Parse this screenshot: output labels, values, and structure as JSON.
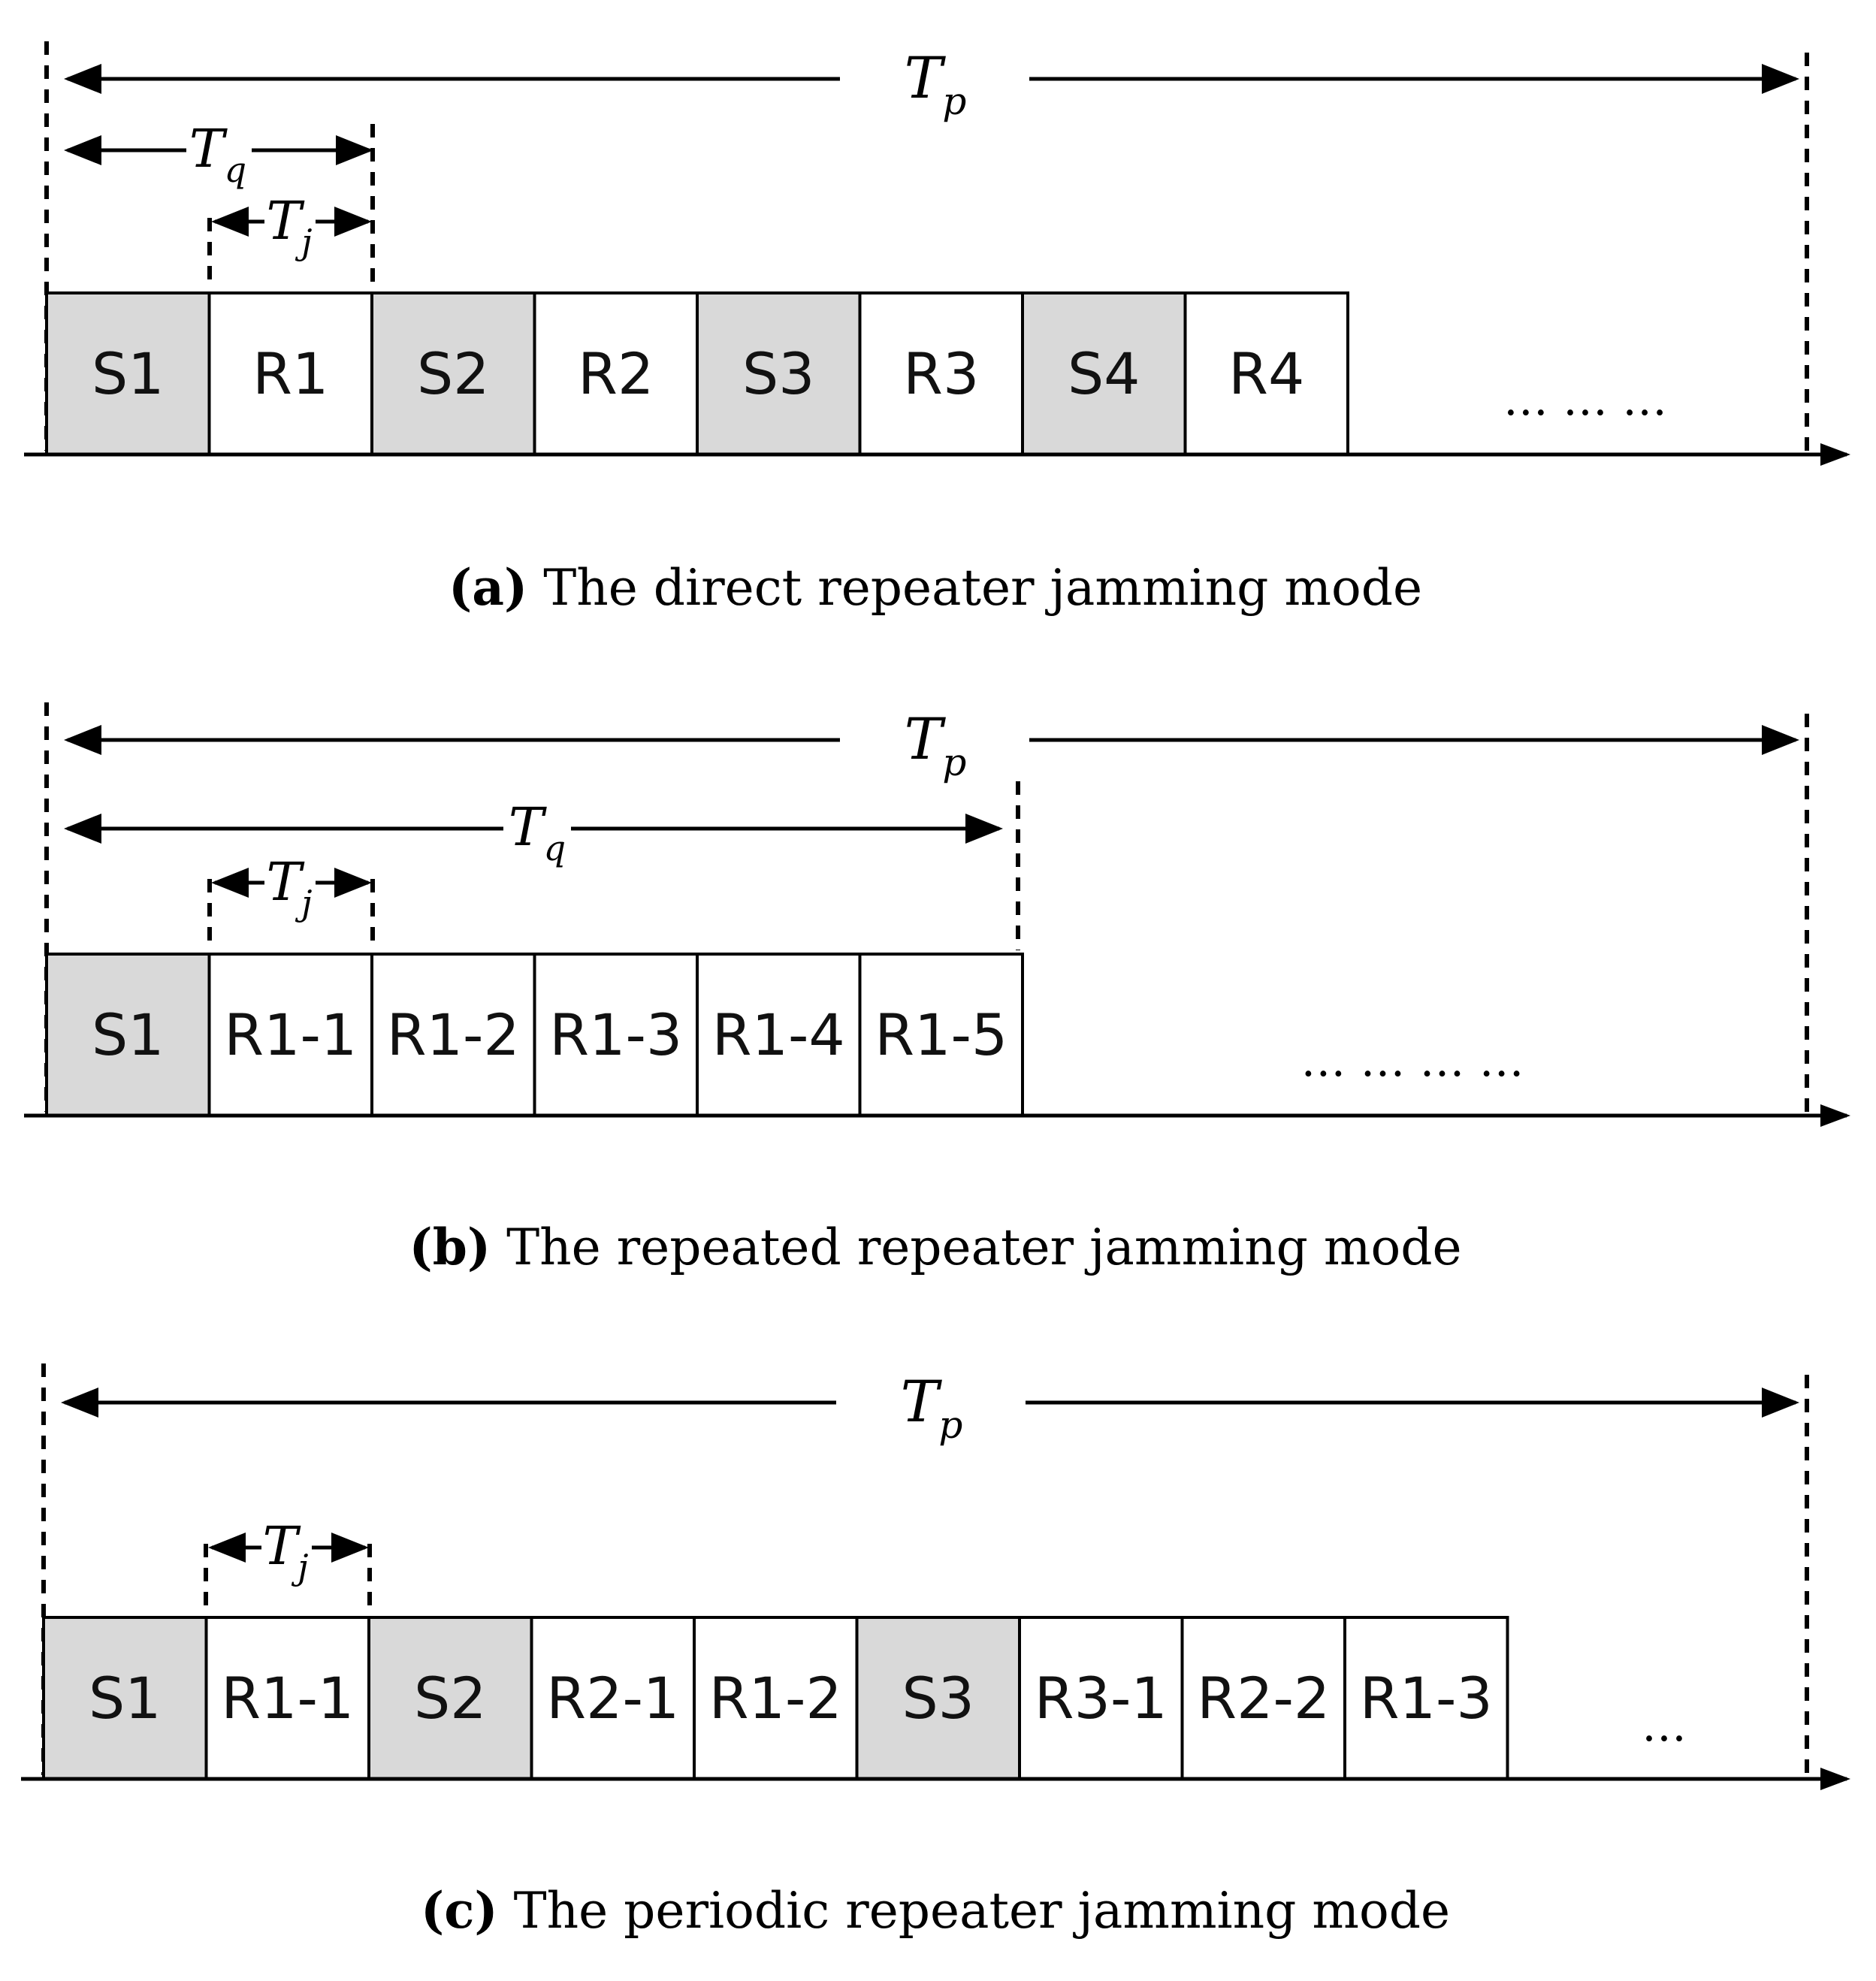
{
  "colors": {
    "signal_fill": "#d9d9d9",
    "repeat_fill": "#ffffff",
    "line": "#000000"
  },
  "panels": [
    {
      "id": "a",
      "caption_tag": "(a)",
      "caption_text": "The direct repeater jamming mode",
      "slots": [
        {
          "label": "S1",
          "kind": "signal"
        },
        {
          "label": "R1",
          "kind": "repeat"
        },
        {
          "label": "S2",
          "kind": "signal"
        },
        {
          "label": "R2",
          "kind": "repeat"
        },
        {
          "label": "S3",
          "kind": "signal"
        },
        {
          "label": "R3",
          "kind": "repeat"
        },
        {
          "label": "S4",
          "kind": "signal"
        },
        {
          "label": "R4",
          "kind": "repeat"
        }
      ],
      "ellipsis": "…  …  …",
      "tp": {
        "base": "T",
        "sub": "p"
      },
      "tq": {
        "base": "T",
        "sub": "q"
      },
      "tj": {
        "base": "T",
        "sub": "j"
      }
    },
    {
      "id": "b",
      "caption_tag": "(b)",
      "caption_text": "The repeated repeater jamming mode",
      "slots": [
        {
          "label": "S1",
          "kind": "signal"
        },
        {
          "label": "R1-1",
          "kind": "repeat"
        },
        {
          "label": "R1-2",
          "kind": "repeat"
        },
        {
          "label": "R1-3",
          "kind": "repeat"
        },
        {
          "label": "R1-4",
          "kind": "repeat"
        },
        {
          "label": "R1-5",
          "kind": "repeat"
        }
      ],
      "ellipsis": "…   …   …   …",
      "tp": {
        "base": "T",
        "sub": "p"
      },
      "tq": {
        "base": "T",
        "sub": "q"
      },
      "tj": {
        "base": "T",
        "sub": "j"
      }
    },
    {
      "id": "c",
      "caption_tag": "(c)",
      "caption_text": "The periodic repeater jamming mode",
      "slots": [
        {
          "label": "S1",
          "kind": "signal"
        },
        {
          "label": "R1-1",
          "kind": "repeat"
        },
        {
          "label": "S2",
          "kind": "signal"
        },
        {
          "label": "R2-1",
          "kind": "repeat"
        },
        {
          "label": "R1-2",
          "kind": "repeat"
        },
        {
          "label": "S3",
          "kind": "signal"
        },
        {
          "label": "R3-1",
          "kind": "repeat"
        },
        {
          "label": "R2-2",
          "kind": "repeat"
        },
        {
          "label": "R1-3",
          "kind": "repeat"
        }
      ],
      "ellipsis": "…",
      "tp": {
        "base": "T",
        "sub": "p"
      },
      "tj": {
        "base": "T",
        "sub": "j"
      }
    }
  ]
}
